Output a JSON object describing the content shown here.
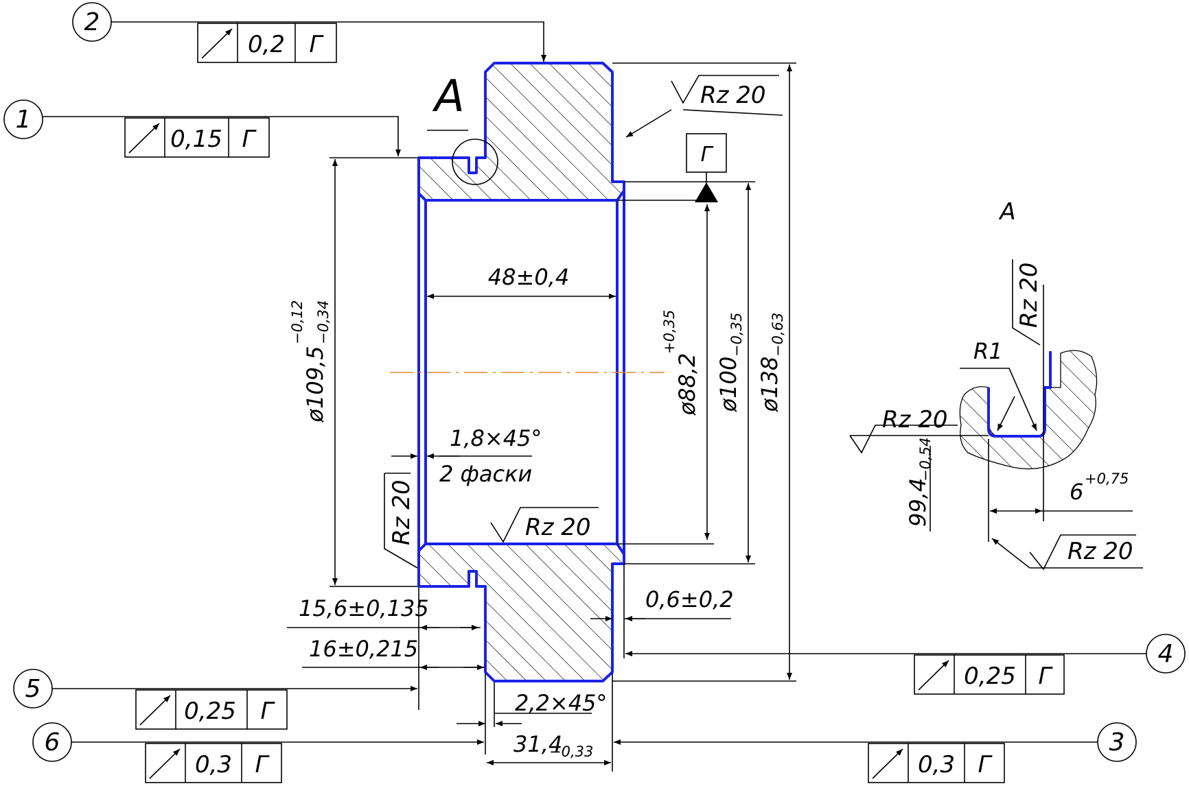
{
  "main_view": {
    "section_mark": "А",
    "datum_letter": "Г",
    "dimensions": {
      "d109": {
        "base": "ø109,5",
        "upper": "−0,12",
        "lower": "−0,34"
      },
      "d88": {
        "base": "ø88,2",
        "upper": "+0,35"
      },
      "d100": {
        "base": "ø100",
        "lower": "−0,35"
      },
      "d138": {
        "base": "ø138",
        "lower": "−0,63"
      },
      "width": "48±0,4",
      "chamfer_inner": "1,8×45°",
      "chamfer_note": "2 фаски",
      "groove_pos_1": "15,6±0,135",
      "groove_pos_2": "16±0,215",
      "step": "0,6±0,2",
      "chamfer_outer": "2,2×45°",
      "flange": {
        "base": "31,4",
        "lower": "−0,33"
      }
    },
    "roughness": {
      "top_right": "Rz 20",
      "left": "Rz 20",
      "bore": "Rz 20"
    },
    "callouts": [
      {
        "number": "1",
        "value": "0,15",
        "datum": "Г"
      },
      {
        "number": "2",
        "value": "0,2",
        "datum": "Г"
      },
      {
        "number": "3",
        "value": "0,3",
        "datum": "Г"
      },
      {
        "number": "4",
        "value": "0,25",
        "datum": "Г"
      },
      {
        "number": "5",
        "value": "0,25",
        "datum": "Г"
      },
      {
        "number": "6",
        "value": "0,3",
        "datum": "Г"
      }
    ]
  },
  "detail_view": {
    "title": "А",
    "radius": "R1",
    "roughness_top": "Rz 20",
    "roughness_left": "Rz 20",
    "roughness_bottom": "Rz 20",
    "depth": {
      "base": "99,4",
      "lower": "−0,54"
    },
    "groove_width": {
      "base": "6",
      "upper": "+0,75"
    }
  }
}
